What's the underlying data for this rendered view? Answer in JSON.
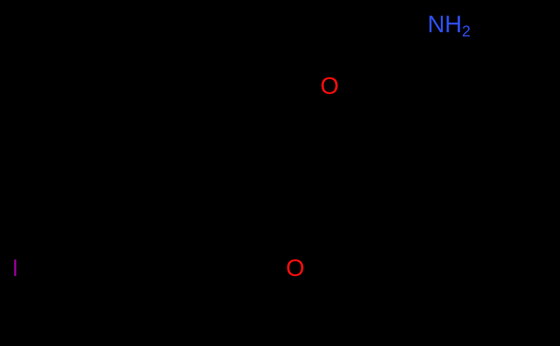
{
  "molecule": {
    "background": "#000000",
    "bond_color": "#000000",
    "atoms": [
      {
        "label": "NH",
        "subscript": "2",
        "element": "N",
        "color": "#3050F8"
      },
      {
        "label": "O",
        "element": "O",
        "color": "#FF0D0D"
      },
      {
        "label": "I",
        "element": "I",
        "color": "#940094"
      },
      {
        "label": "O",
        "element": "O",
        "color": "#FF0D0D"
      }
    ]
  }
}
